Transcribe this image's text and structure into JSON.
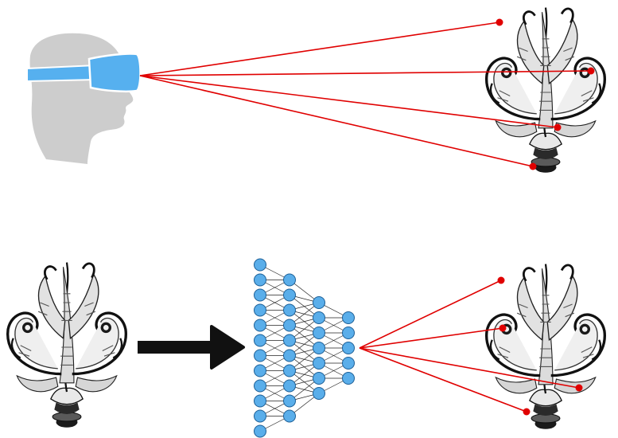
{
  "colors": {
    "background": "#ffffff",
    "head": "#cdcdcd",
    "headset": "#56b0ef",
    "headset_outline": "#ffffff",
    "gaze_line": "#e00000",
    "gaze_point": "#e00000",
    "arrow": "#111111",
    "node_fill": "#5aaeea",
    "node_stroke": "#1d5f96",
    "network_edge": "#222222",
    "ornament_dark": "#1a1a1a",
    "ornament_mid": "#777777",
    "ornament_light": "#f2f2f2"
  },
  "icons": {
    "top_left": "vr-headset-head-icon",
    "ornament": "acanthus-ornament-icon",
    "process_arrow": "right-arrow-icon",
    "network": "neural-network-icon"
  },
  "network": {
    "layer_sizes": [
      12,
      10,
      7,
      5
    ]
  },
  "gaze": {
    "top_point_count": 4,
    "bottom_point_count": 4
  }
}
